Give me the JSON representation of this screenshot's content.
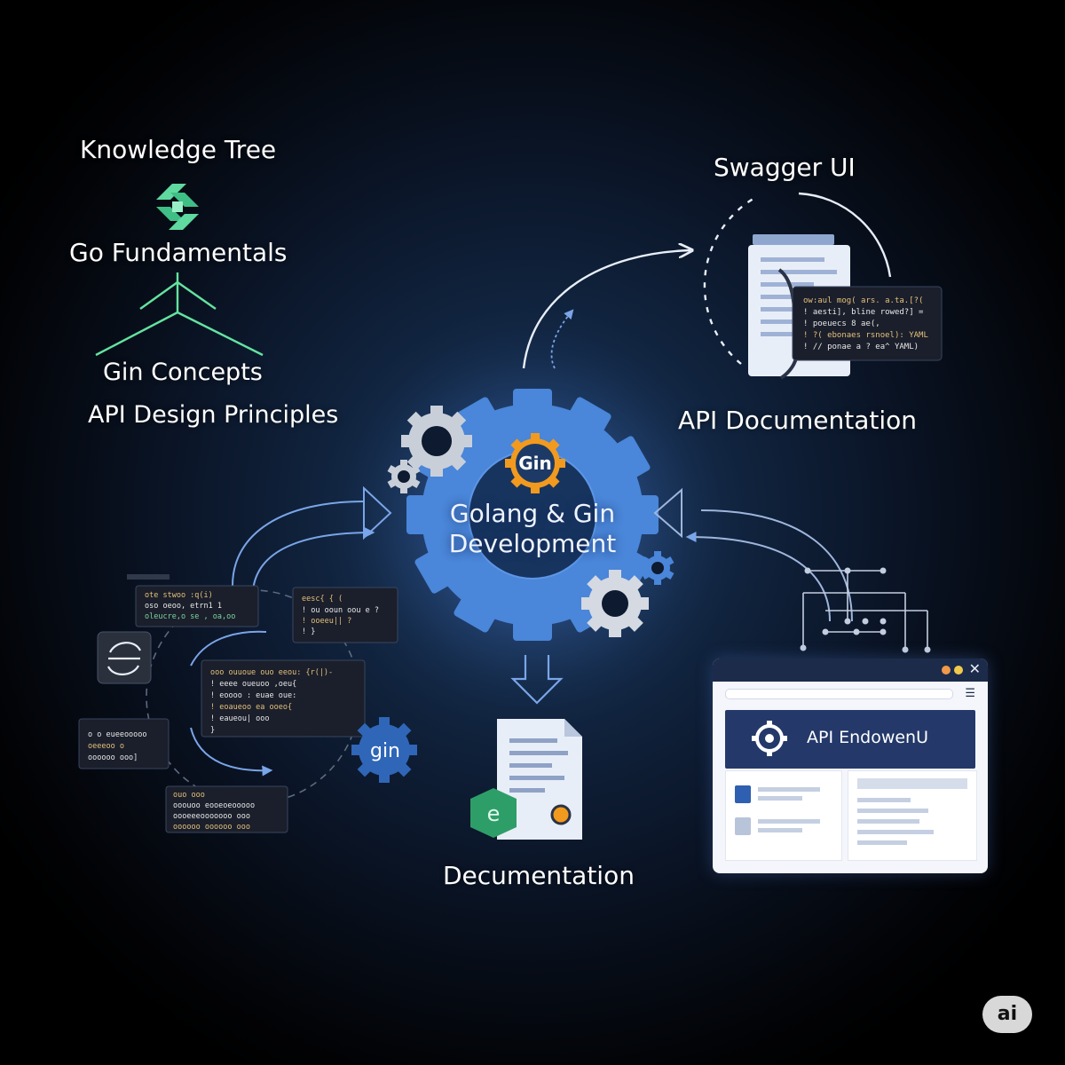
{
  "labels": {
    "knowledge_tree": "Knowledge Tree",
    "go_fundamentals": "Go Fundamentals",
    "gin_concepts": "Gin Concepts",
    "api_design_principles": "API Design Principles",
    "swagger_ui": "Swagger UI",
    "api_documentation": "API Documentation",
    "documentation": "Decumentation",
    "center_line1": "Golang & Gin",
    "center_line2": "Development",
    "gin_badge": "Gin",
    "gin_small": "gin",
    "api_window_title": "API EndowenU",
    "ai_badge": "ai"
  },
  "colors": {
    "main_gear": "#4a86d9",
    "gin_badge": "#f29a1e",
    "small_gear": "#2f66b8",
    "tree_green": "#64e3a0",
    "doc_badge_green": "#2e9e68",
    "window_header": "#24396a",
    "arrow_blue": "#7aa5e8"
  },
  "icons": [
    "go-logo-icon",
    "gear-icon",
    "document-icon",
    "code-snippet-icon",
    "sync-icon",
    "browser-window-icon",
    "arrow-icon"
  ]
}
